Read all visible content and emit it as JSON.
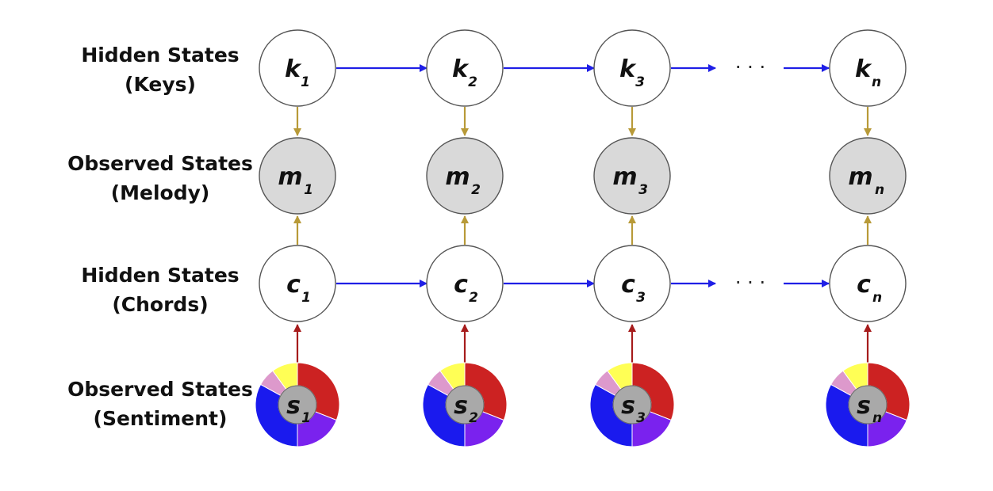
{
  "labels": {
    "keys": {
      "line1": "Hidden States",
      "line2": "(Keys)"
    },
    "melody": {
      "line1": "Observed States",
      "line2": "(Melody)"
    },
    "chords": {
      "line1": "Hidden States",
      "line2": "(Chords)"
    },
    "sentiment": {
      "line1": "Observed States",
      "line2": "(Sentiment)"
    }
  },
  "ellipsis": "· · ·",
  "keys": [
    {
      "var": "k",
      "sub": "1"
    },
    {
      "var": "k",
      "sub": "2"
    },
    {
      "var": "k",
      "sub": "3"
    },
    {
      "var": "k",
      "sub": "n"
    }
  ],
  "melody": [
    {
      "var": "m",
      "sub": "1"
    },
    {
      "var": "m",
      "sub": "2"
    },
    {
      "var": "m",
      "sub": "3"
    },
    {
      "var": "m",
      "sub": "n"
    }
  ],
  "chords": [
    {
      "var": "c",
      "sub": "1"
    },
    {
      "var": "c",
      "sub": "2"
    },
    {
      "var": "c",
      "sub": "3"
    },
    {
      "var": "c",
      "sub": "n"
    }
  ],
  "sentiment": [
    {
      "var": "s",
      "sub": "1"
    },
    {
      "var": "s",
      "sub": "2"
    },
    {
      "var": "s",
      "sub": "3"
    },
    {
      "var": "s",
      "sub": "n"
    }
  ],
  "sentiment_segments": [
    {
      "name": "red",
      "share": 0.31,
      "color": "#cc2222"
    },
    {
      "name": "violet",
      "share": 0.19,
      "color": "#7a22ee"
    },
    {
      "name": "blue",
      "share": 0.33,
      "color": "#1a1aee"
    },
    {
      "name": "pink",
      "share": 0.07,
      "color": "#dd99cc"
    },
    {
      "name": "yellow",
      "share": 0.1,
      "color": "#ffff55"
    }
  ],
  "colors": {
    "transition_arrow": "#1f1fe6",
    "emission_arrow": "#b89a38",
    "sentiment_arrow": "#a61c1c",
    "hidden_fill": "#ffffff",
    "observed_fill": "#d9d9d9",
    "node_stroke": "#555555",
    "sentiment_center": "#a9a9a9"
  }
}
